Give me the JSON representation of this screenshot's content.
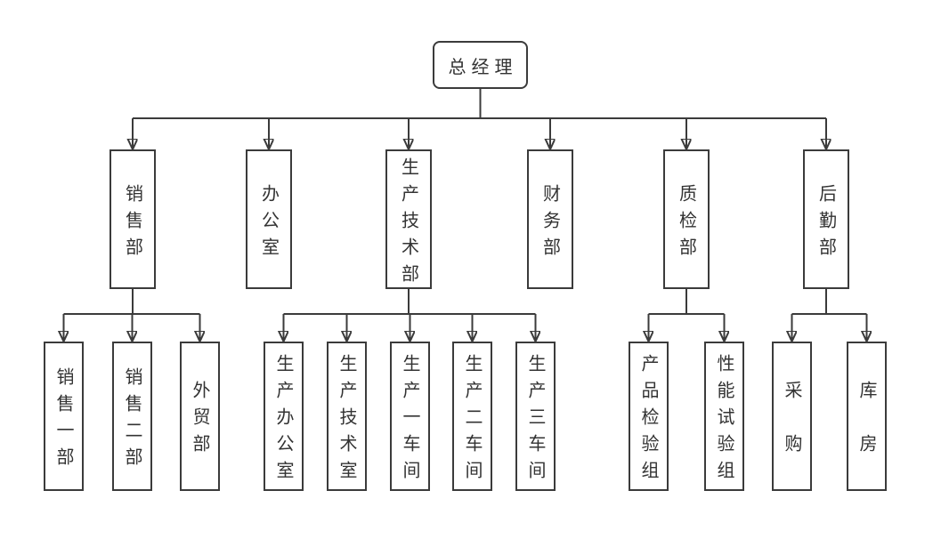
{
  "colors": {
    "line": "#3b3b3b",
    "text": "#333333",
    "background": "#ffffff"
  },
  "org": {
    "root": {
      "label": "总经理"
    },
    "level2": [
      {
        "label": "销售部",
        "reports_to": "总经理"
      },
      {
        "label": "办公室",
        "reports_to": "总经理"
      },
      {
        "label": "生产技术部",
        "reports_to": "总经理"
      },
      {
        "label": "财务部",
        "reports_to": "总经理"
      },
      {
        "label": "质检部",
        "reports_to": "总经理"
      },
      {
        "label": "后勤部",
        "reports_to": "总经理"
      }
    ],
    "level3": [
      {
        "label": "销售一部",
        "reports_to": "销售部"
      },
      {
        "label": "销售二部",
        "reports_to": "销售部"
      },
      {
        "label": "外贸部",
        "reports_to": "销售部"
      },
      {
        "label": "生产办公室",
        "reports_to": "生产技术部"
      },
      {
        "label": "生产技术室",
        "reports_to": "生产技术部"
      },
      {
        "label": "生产一车间",
        "reports_to": "生产技术部"
      },
      {
        "label": "生产二车间",
        "reports_to": "生产技术部"
      },
      {
        "label": "生产三车间",
        "reports_to": "生产技术部"
      },
      {
        "label": "产品检验组",
        "reports_to": "质检部"
      },
      {
        "label": "性能试验组",
        "reports_to": "质检部"
      },
      {
        "label": "采　购",
        "reports_to": "后勤部"
      },
      {
        "label": "库　房",
        "reports_to": "后勤部"
      }
    ]
  }
}
